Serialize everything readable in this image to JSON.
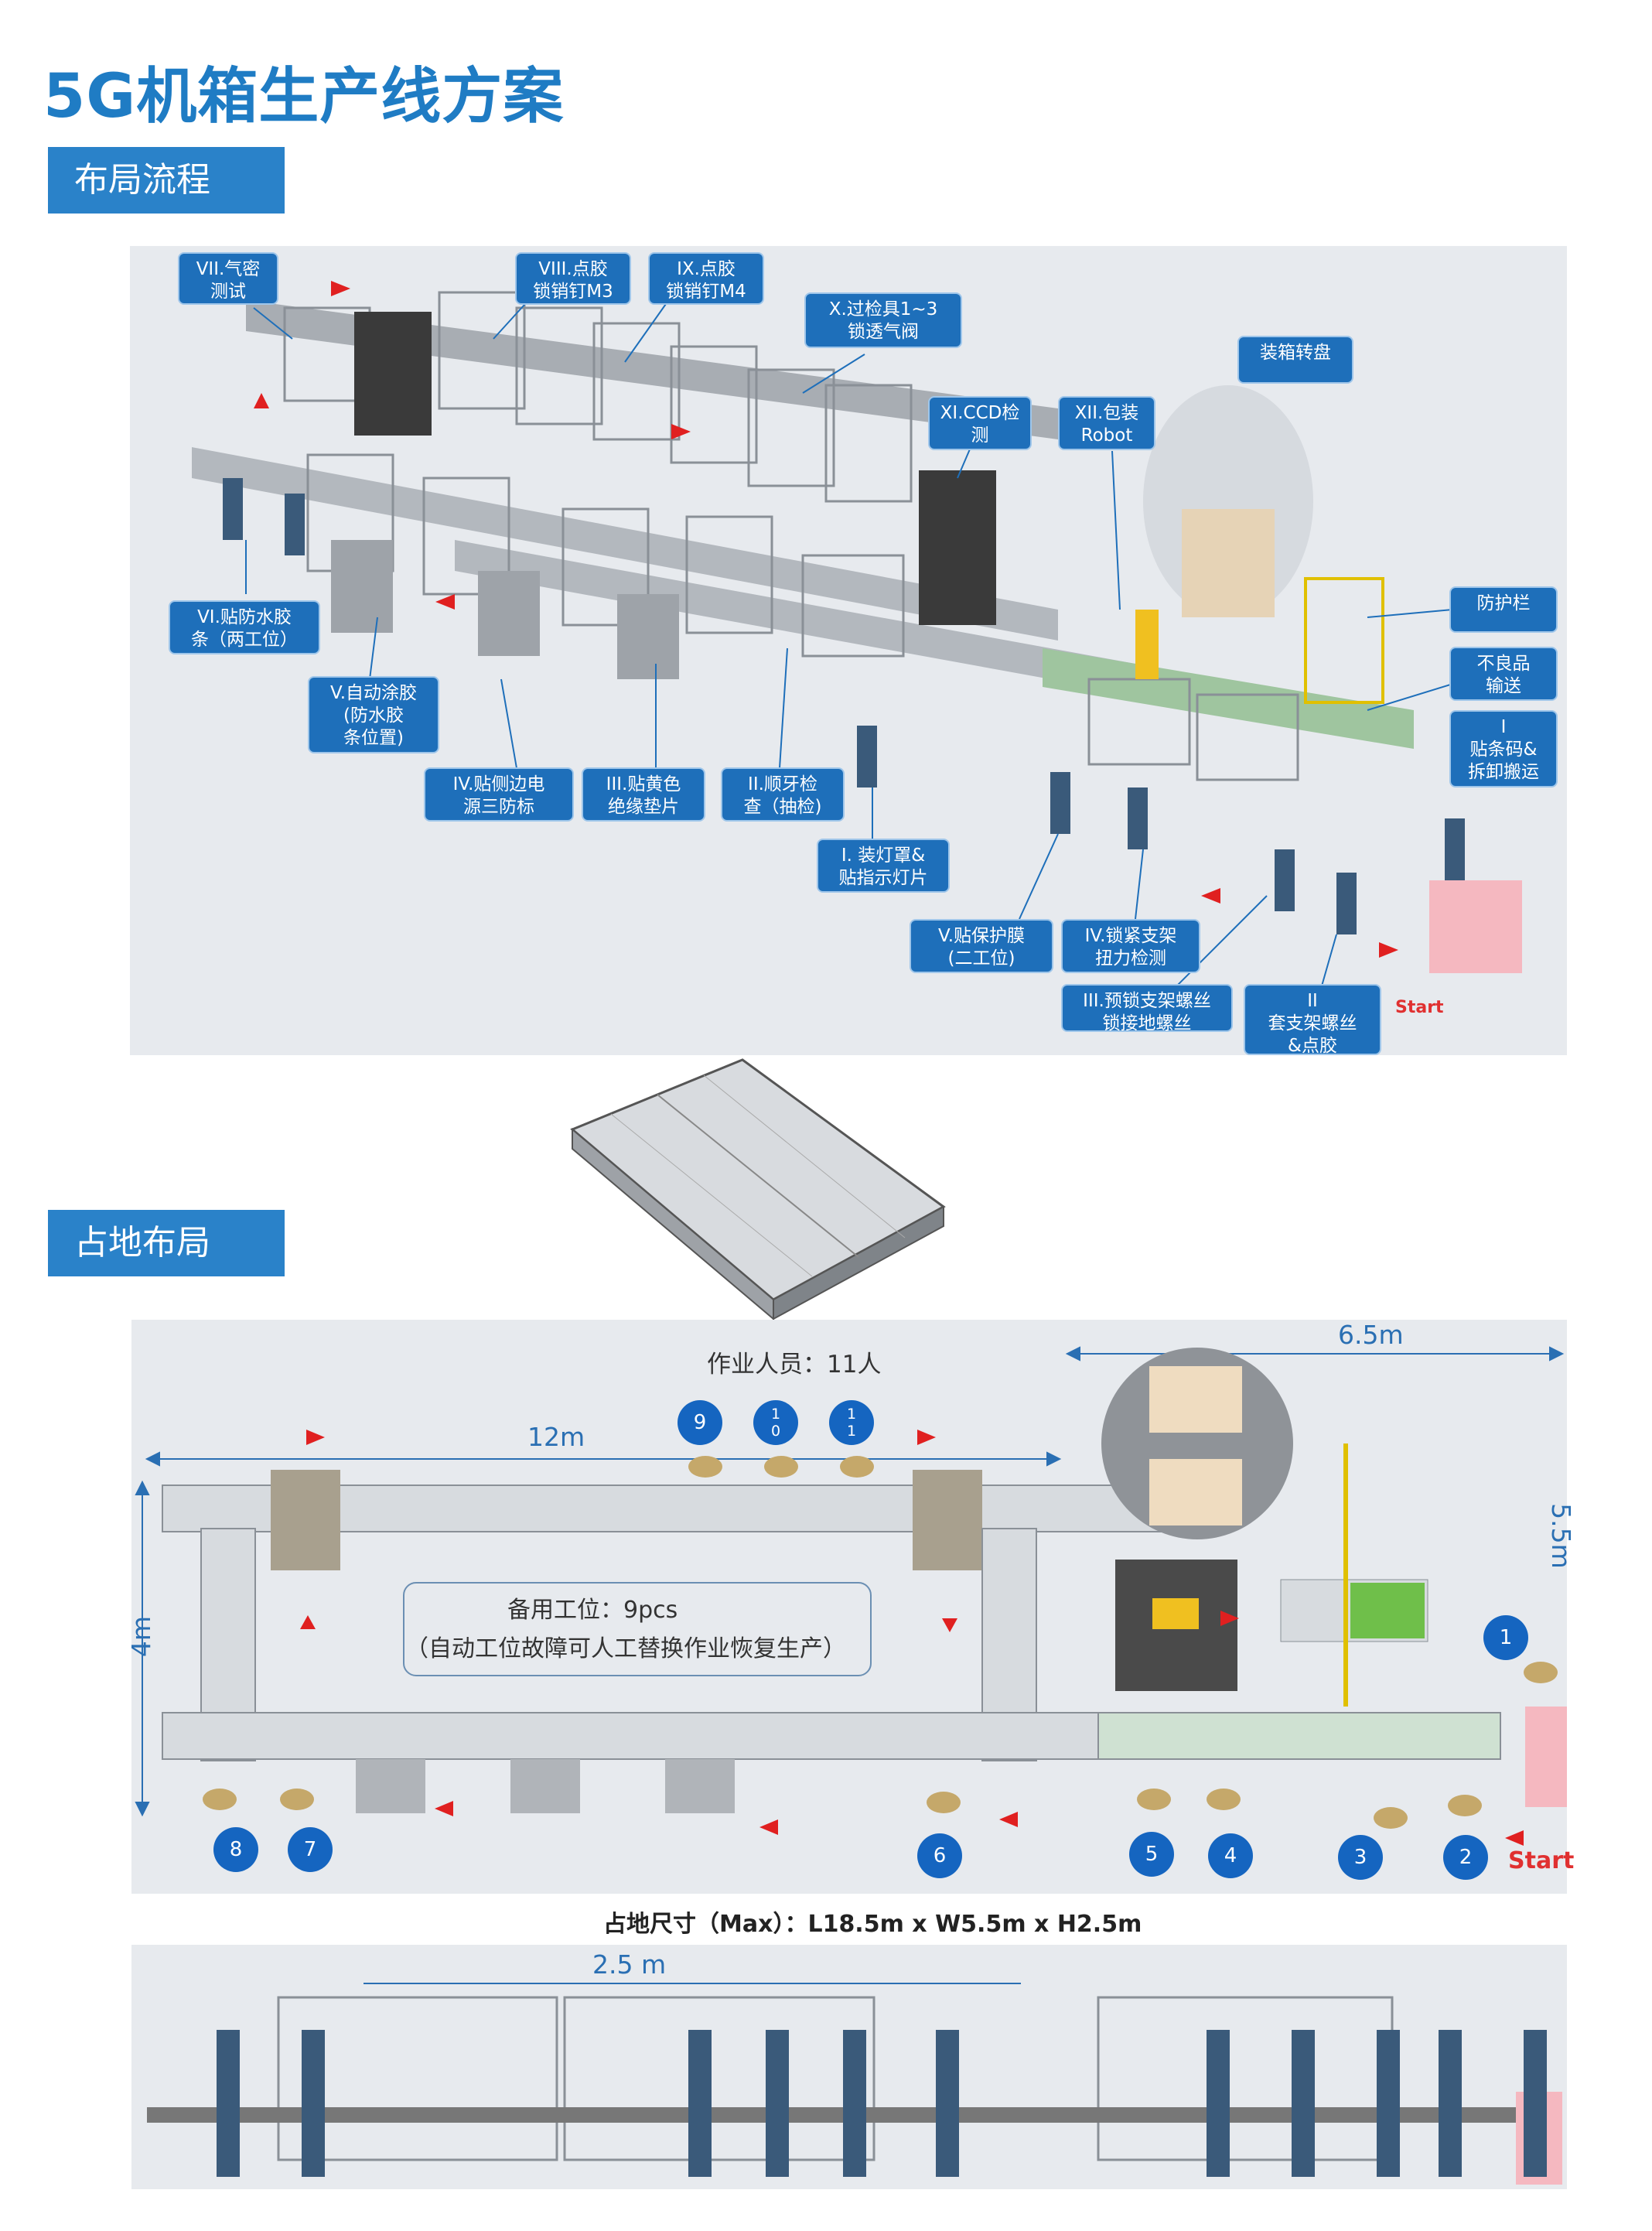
{
  "page": {
    "title": "5G机箱生产线方案"
  },
  "sections": {
    "layout_flow": "布局流程",
    "floor_plan": "占地布局"
  },
  "flow_callouts": [
    "VII.气密\n测试",
    "VIII.点胶\n锁销钉M3",
    "IX.点胶\n锁销钉M4",
    "X.过检具1~3\n锁透气阀",
    "XI.CCD检\n测",
    "XII.包装\nRobot",
    "装箱转盘",
    "防护栏",
    "不良品\n输送",
    "I\n贴条码&\n拆卸搬运",
    "VI.贴防水胶\n条（两工位）",
    "V.自动涂胶\n(防水胶\n条位置)",
    "IV.贴侧边电\n源三防标",
    "III.贴黄色\n绝缘垫片",
    "II.顺牙检\n查（抽检)",
    "I. 装灯罩&\n贴指示灯片",
    "V.贴保护膜\n(二工位)",
    "IV.锁紧支架\n扭力检测",
    "III.预锁支架螺丝\n锁接地螺丝",
    "II\n套支架螺丝\n&点胶"
  ],
  "start_label": "Start",
  "floor": {
    "operators": "作业人员：11人",
    "length": "12m",
    "width": "4m",
    "turntable_width": "6.5m",
    "turntable_depth": "5.5m",
    "standby_line1": "备用工位：9pcs",
    "standby_line2": "（自动工位故障可人工替换作业恢复生产）",
    "stations": [
      "1",
      "2",
      "3",
      "4",
      "5",
      "6",
      "7",
      "8",
      "9",
      "1\n0",
      "1\n1"
    ]
  },
  "footprint": "占地尺寸（Max）：L18.5m x W5.5m x H2.5m",
  "height_dim": "2.5 m",
  "colors": {
    "accent": "#1f7cc4",
    "callout": "#1e6fba",
    "badge": "#1565c0",
    "arrow": "#e02020",
    "panel": "#e7eaee"
  }
}
